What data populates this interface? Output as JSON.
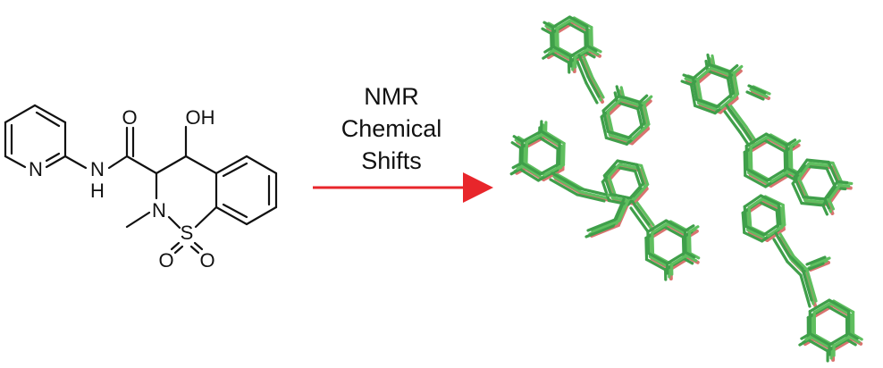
{
  "molecule": {
    "atoms": {
      "n_pyridine": "N",
      "n_amide": "N",
      "h_amide": "H",
      "o_carbonyl": "O",
      "oh": "OH",
      "n_ring": "N",
      "s": "S",
      "o_sulfonyl_left": "O",
      "o_sulfonyl_right": "O"
    }
  },
  "arrow": {
    "label_lines": [
      "NMR",
      "Chemical",
      "Shifts"
    ],
    "color": "#e8262b"
  },
  "overlay": {
    "colors": {
      "reference": "#d9736f",
      "predicted": "#5fbf5f",
      "predicted_dark": "#3f9f4a"
    }
  }
}
